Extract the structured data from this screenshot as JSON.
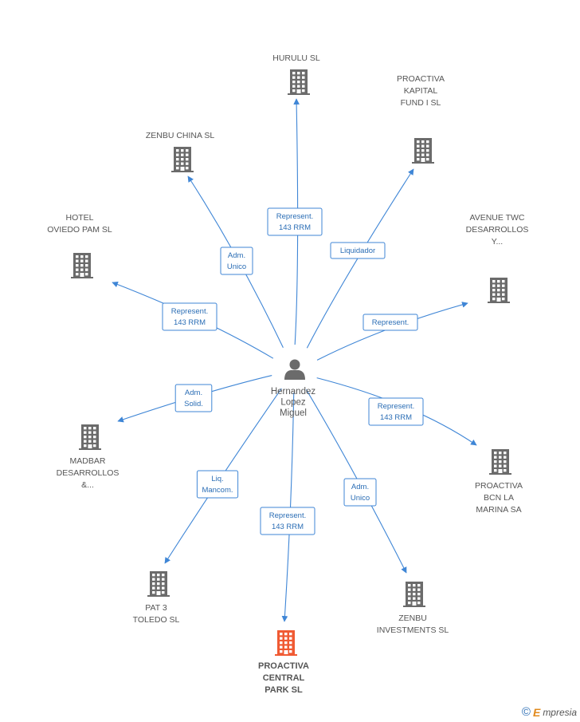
{
  "center": {
    "name_lines": [
      "Hernandez",
      "Lopez",
      "Miguel"
    ]
  },
  "nodes": [
    {
      "id": "hurulu",
      "label_lines": [
        "HURULU SL"
      ],
      "highlight": false
    },
    {
      "id": "proactiva-kapital",
      "label_lines": [
        "PROACTIVA",
        "KAPITAL",
        "FUND I SL"
      ],
      "highlight": false
    },
    {
      "id": "zenbu-china",
      "label_lines": [
        "ZENBU CHINA SL"
      ],
      "highlight": false
    },
    {
      "id": "hotel-oviedo",
      "label_lines": [
        "HOTEL",
        "OVIEDO PAM SL"
      ],
      "highlight": false
    },
    {
      "id": "avenue-twc",
      "label_lines": [
        "AVENUE TWC",
        "DESARROLLOS",
        "Y..."
      ],
      "highlight": false
    },
    {
      "id": "madbar",
      "label_lines": [
        "MADBAR",
        "DESARROLLOS",
        "&..."
      ],
      "highlight": false
    },
    {
      "id": "proactiva-bcn",
      "label_lines": [
        "PROACTIVA",
        "BCN LA",
        "MARINA SA"
      ],
      "highlight": false
    },
    {
      "id": "pat3",
      "label_lines": [
        "PAT 3",
        "TOLEDO SL"
      ],
      "highlight": false
    },
    {
      "id": "zenbu-investments",
      "label_lines": [
        "ZENBU",
        "INVESTMENTS SL"
      ],
      "highlight": false
    },
    {
      "id": "proactiva-central",
      "label_lines": [
        "PROACTIVA",
        "CENTRAL",
        "PARK SL"
      ],
      "highlight": true
    }
  ],
  "edges": [
    {
      "to": "hurulu",
      "label_lines": [
        "Represent.",
        "143 RRM"
      ]
    },
    {
      "to": "proactiva-kapital",
      "label_lines": [
        "Liquidador"
      ]
    },
    {
      "to": "zenbu-china",
      "label_lines": [
        "Adm.",
        "Unico"
      ]
    },
    {
      "to": "hotel-oviedo",
      "label_lines": [
        "Represent.",
        "143 RRM"
      ]
    },
    {
      "to": "avenue-twc",
      "label_lines": [
        "Represent."
      ]
    },
    {
      "to": "madbar",
      "label_lines": [
        "Adm.",
        "Solid."
      ]
    },
    {
      "to": "proactiva-bcn",
      "label_lines": [
        "Represent.",
        "143 RRM"
      ]
    },
    {
      "to": "pat3",
      "label_lines": [
        "Liq.",
        "Mancom."
      ]
    },
    {
      "to": "zenbu-investments",
      "label_lines": [
        "Adm.",
        "Unico"
      ]
    },
    {
      "to": "proactiva-central",
      "label_lines": [
        "Represent.",
        "143 RRM"
      ]
    }
  ],
  "colors": {
    "edge": "#3f86d6",
    "edge_label_border": "#3f86d6",
    "edge_label_text": "#2a6db5",
    "building": "#6b6b6b",
    "building_highlight": "#f05a33",
    "person": "#6b6b6b"
  },
  "footer": {
    "copyright_symbol": "©",
    "brand_initial": "E",
    "brand_rest": "mpresia"
  }
}
